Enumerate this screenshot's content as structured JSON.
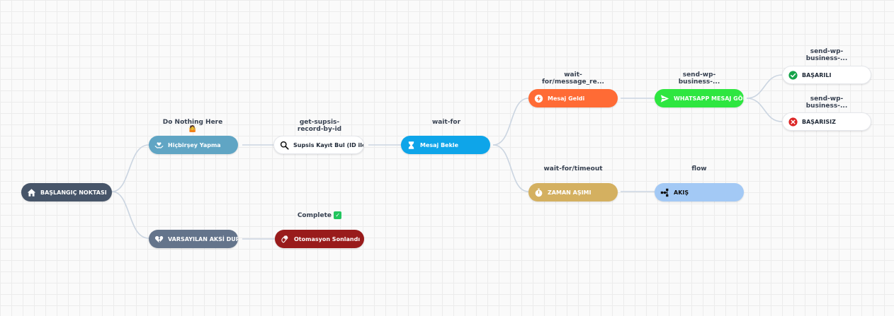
{
  "nodes": {
    "start": {
      "label": "BAŞLANGIÇ NOKTASI",
      "color": "#475569"
    },
    "nothing": {
      "label": "Hiçbirşey Yapma",
      "color": "#60a5c4"
    },
    "default": {
      "label": "VARSAYILAN AKSİ DURUM",
      "color": "#64748b"
    },
    "supsis": {
      "label": "Supsis Kayıt Bul (ID ile)",
      "color": "#ffffff"
    },
    "end": {
      "label": "Otomasyon Sonlandı",
      "color": "#991b1b"
    },
    "wait": {
      "label": "Mesaj Bekle",
      "color": "#0ea5e9"
    },
    "msg": {
      "label": "Mesaj Geldi",
      "color": "#ff6b35"
    },
    "timeout": {
      "label": "ZAMAN AŞIMI",
      "color": "#d4b060"
    },
    "whatsapp": {
      "label": "WHATSAPP MESAJ GÖNDE",
      "color": "#2ee640"
    },
    "flow": {
      "label": "AKIŞ",
      "color": "#a3c9f5"
    },
    "ok": {
      "label": "BAŞARILI",
      "color": "#ffffff"
    },
    "fail": {
      "label": "BAŞARISIZ",
      "color": "#ffffff"
    }
  },
  "labels": {
    "nothing": {
      "line1": "Do Nothing Here",
      "emoji": "🤷"
    },
    "supsis": {
      "line1": "get-supsis-",
      "line2": "record-by-id"
    },
    "end": {
      "line1": "Complete",
      "check": "✓"
    },
    "wait": {
      "line1": "wait-for"
    },
    "msg": {
      "line1": "wait-",
      "line2": "for/message_re..."
    },
    "timeout": {
      "line1": "wait-for/timeout"
    },
    "whatsapp": {
      "line1": "send-wp-",
      "line2": "business-..."
    },
    "flow": {
      "line1": "flow"
    },
    "ok": {
      "line1": "send-wp-",
      "line2": "business-..."
    },
    "fail": {
      "line1": "send-wp-",
      "line2": "business-..."
    }
  },
  "colors": {
    "edge": "#cbd5e1",
    "check_green": "#16a34a",
    "cross_red": "#dc2626"
  },
  "icons": {
    "start": "home-icon",
    "nothing": "hands-heart-icon",
    "default": "broken-heart-icon",
    "supsis": "search-icon",
    "end": "wave-hand-icon",
    "wait": "hourglass-icon",
    "msg": "bolt-icon",
    "timeout": "stopwatch-icon",
    "whatsapp": "send-icon",
    "flow": "flow-icon",
    "ok": "check-circle-icon",
    "fail": "x-circle-icon"
  }
}
